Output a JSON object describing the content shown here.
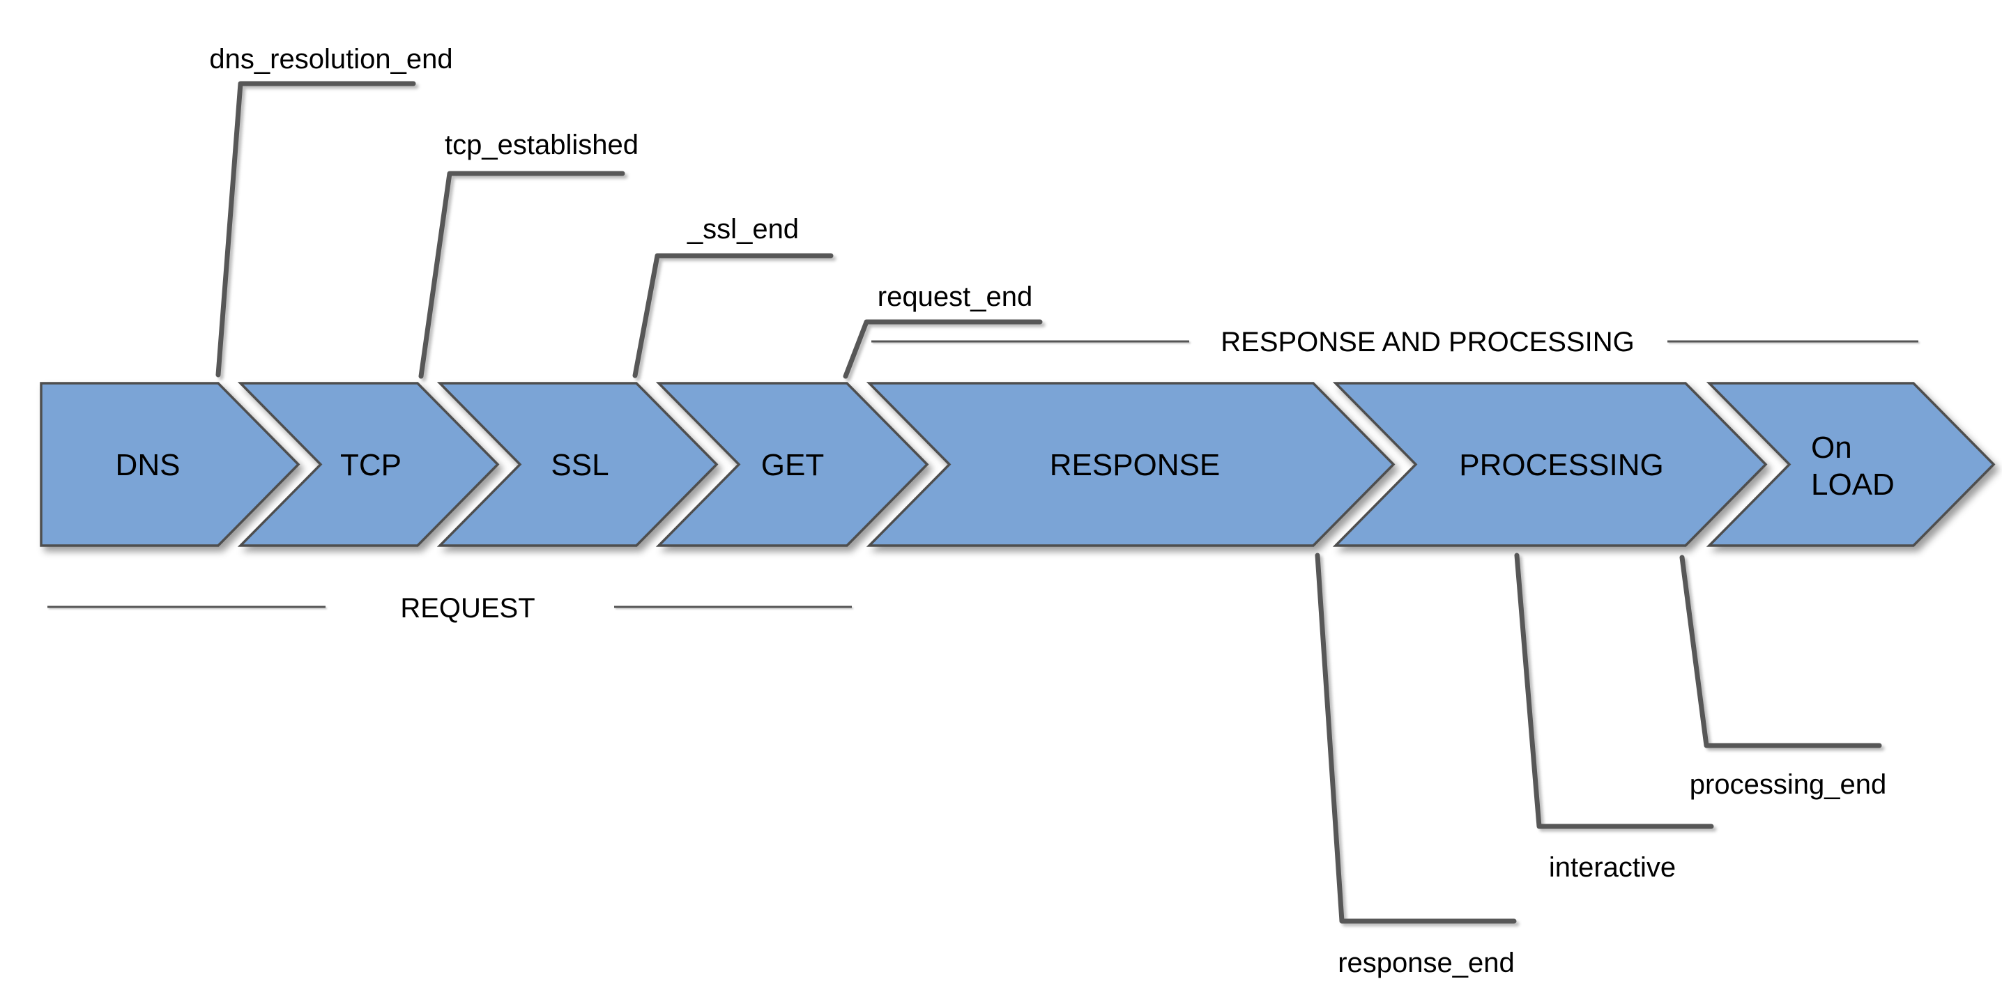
{
  "page": {
    "background": "#ffffff"
  },
  "colors": {
    "phase_fill": "#7BA4D6",
    "phase_border": "#4E4E4E",
    "callout_line": "#575757",
    "section_line": "#555555",
    "text": "#000000"
  },
  "phases": [
    {
      "label": "DNS"
    },
    {
      "label": "TCP"
    },
    {
      "label": "SSL"
    },
    {
      "label": "GET"
    },
    {
      "label": "RESPONSE"
    },
    {
      "label": "PROCESSING"
    },
    {
      "label": "On LOAD",
      "lines": [
        "On",
        "LOAD"
      ]
    }
  ],
  "milestones": [
    {
      "label": "dns_resolution_end"
    },
    {
      "label": "tcp_established"
    },
    {
      "label": "_ssl_end"
    },
    {
      "label": "request_end"
    },
    {
      "label": "response_end"
    },
    {
      "label": "interactive"
    },
    {
      "label": "processing_end"
    }
  ],
  "sections": [
    {
      "label": "REQUEST"
    },
    {
      "label": "RESPONSE AND PROCESSING"
    }
  ]
}
